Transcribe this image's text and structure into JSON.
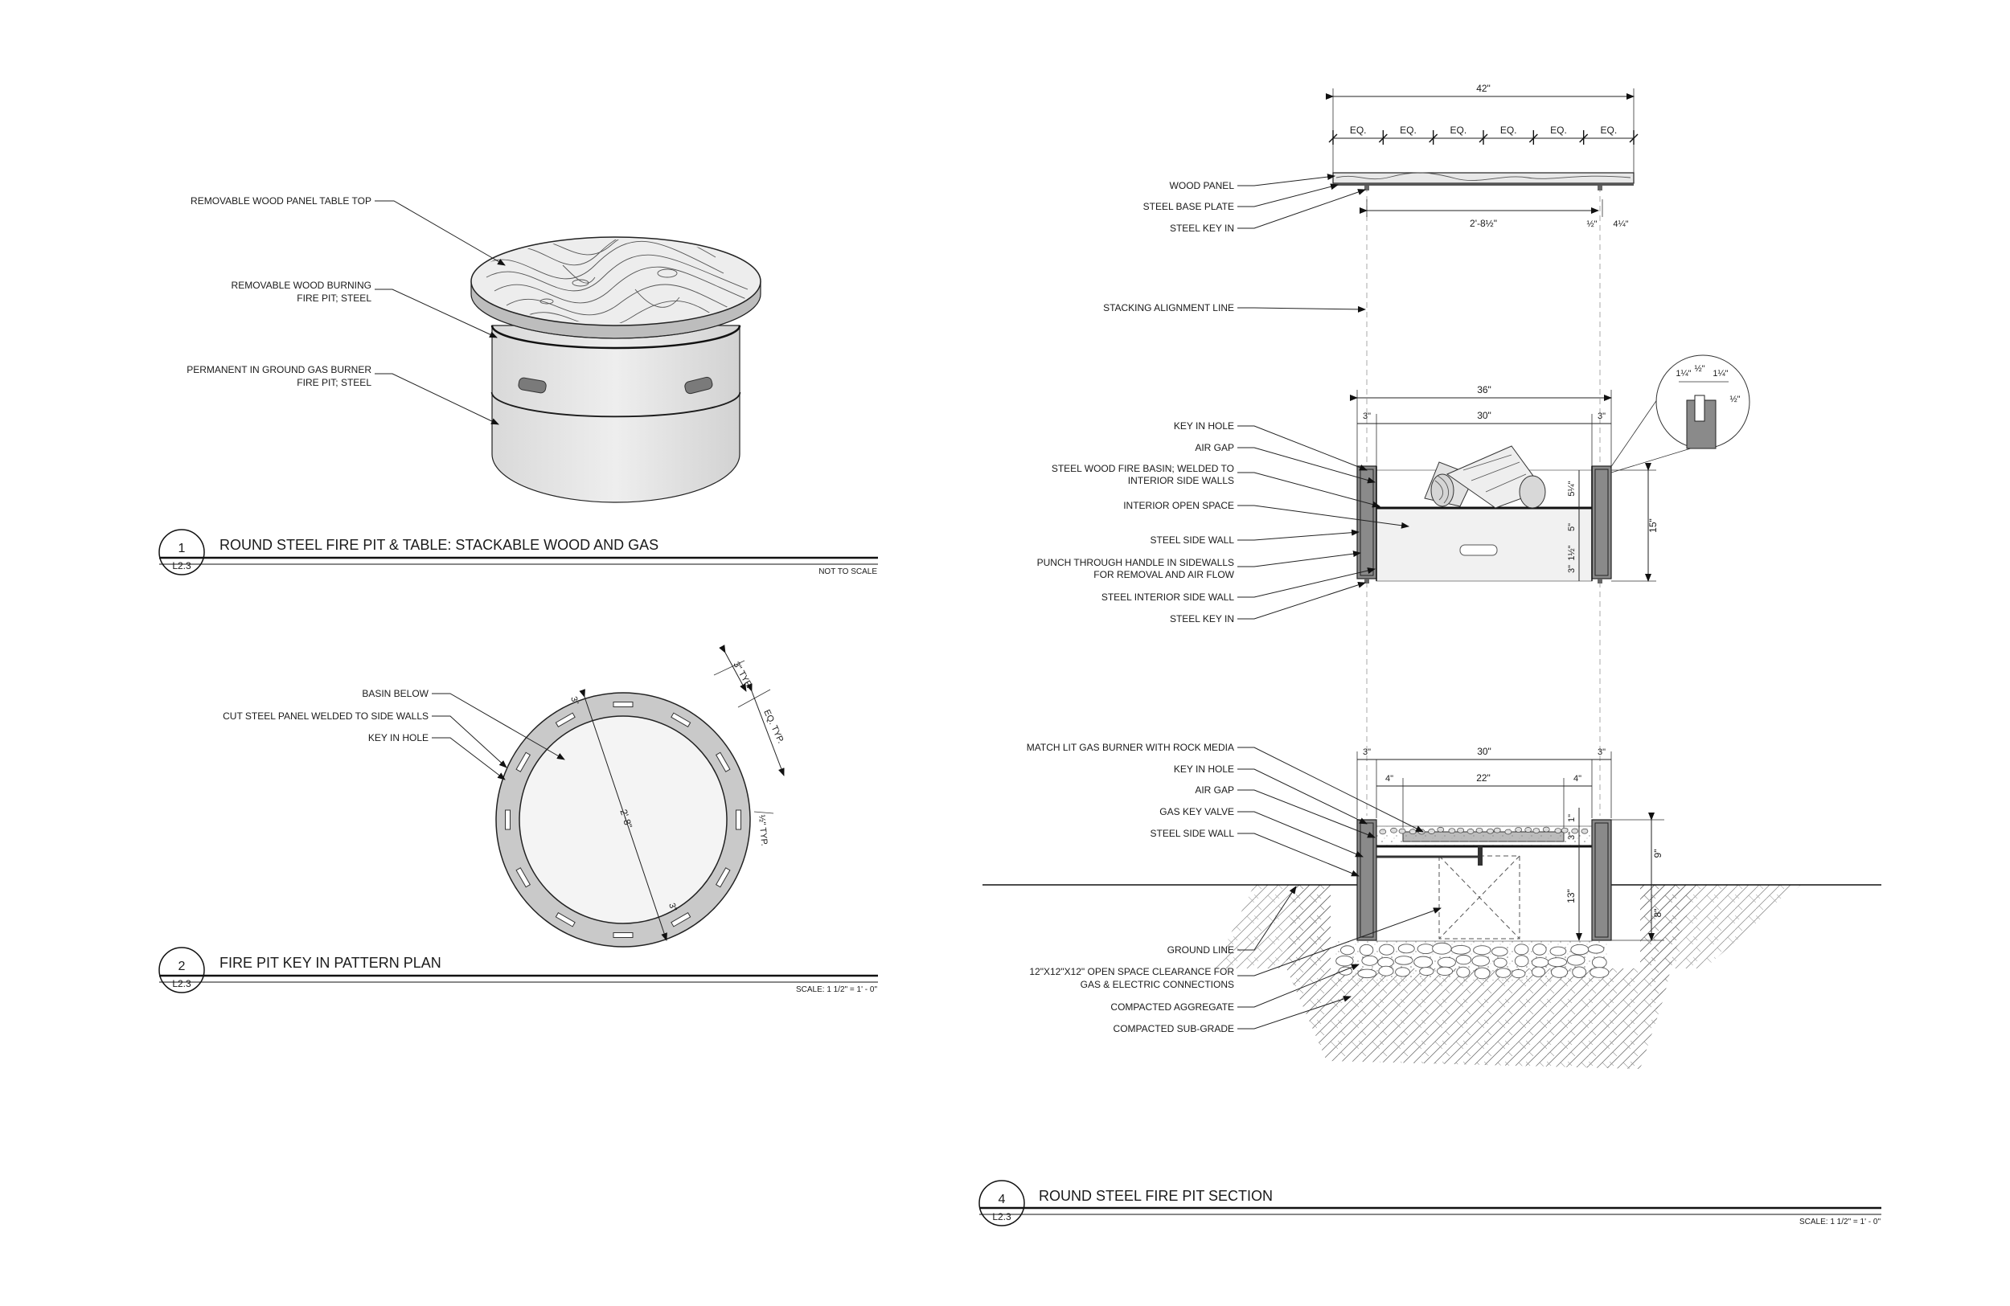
{
  "detail1": {
    "number": "1",
    "sheet_ref": "L2.3",
    "title": "ROUND STEEL FIRE PIT & TABLE: STACKABLE WOOD AND GAS",
    "scale": "NOT TO SCALE",
    "callouts": {
      "table_top": "REMOVABLE WOOD PANEL TABLE TOP",
      "wood_pit_1": "REMOVABLE WOOD BURNING",
      "wood_pit_2": "FIRE PIT; STEEL",
      "gas_pit_1": "PERMANENT IN GROUND GAS BURNER",
      "gas_pit_2": "FIRE PIT; STEEL"
    }
  },
  "detail2": {
    "number": "2",
    "sheet_ref": "L2.3",
    "title": "FIRE PIT KEY IN PATTERN PLAN",
    "scale": "SCALE: 1 1/2\" = 1' - 0\"",
    "callouts": {
      "basin": "BASIN BELOW",
      "panel": "CUT STEEL PANEL WELDED TO SIDE WALLS",
      "key": "KEY IN HOLE"
    },
    "dims": {
      "diameter": "2'-8\"",
      "key_len": "3\" TYP.",
      "spacing": "EQ. TYP.",
      "key_w": "½\" TYP.",
      "three_a": "3\"",
      "three_b": "3\""
    }
  },
  "detail4": {
    "number": "4",
    "sheet_ref": "L2.3",
    "title": "ROUND STEEL FIRE PIT SECTION",
    "scale": "SCALE: 1 1/2\" = 1' - 0\"",
    "top": {
      "overall": "42\"",
      "eq": [
        "EQ.",
        "EQ.",
        "EQ.",
        "EQ.",
        "EQ.",
        "EQ."
      ],
      "inner": "2'-8½\"",
      "key": "½\"",
      "edge": "4¼\"",
      "labels": [
        "WOOD PANEL",
        "STEEL BASE PLATE",
        "STEEL KEY IN"
      ]
    },
    "stacking": "STACKING ALIGNMENT LINE",
    "middle": {
      "overall": "36\"",
      "side_l": "3\"",
      "inner": "30\"",
      "side_r": "3\"",
      "basin_h": "5¼\"",
      "space_h": "5\"",
      "handle_h": "1½\"",
      "base_h": "3\"",
      "total_h": "15\"",
      "labels": [
        "KEY IN HOLE",
        "AIR GAP",
        "STEEL WOOD FIRE BASIN; WELDED TO",
        "INTERIOR SIDE WALLS",
        "INTERIOR OPEN SPACE",
        "STEEL SIDE WALL",
        "PUNCH THROUGH HANDLE IN SIDEWALLS",
        "FOR REMOVAL AND AIR FLOW",
        "STEEL INTERIOR SIDE WALL",
        "STEEL KEY IN"
      ],
      "enlarged": {
        "a": "1¼\"",
        "b": "½\"",
        "c": "1¼\"",
        "d": "½\""
      }
    },
    "bottom": {
      "side_l": "3\"",
      "inner": "30\"",
      "side_r": "3\"",
      "off_l": "4\"",
      "burner": "22\"",
      "off_r": "4\"",
      "key_h": "1\"",
      "rock_h": "3\"",
      "above": "9\"",
      "body": "13\"",
      "below": "8\"",
      "labels": [
        "MATCH LIT GAS BURNER WITH ROCK MEDIA",
        "KEY IN HOLE",
        "AIR GAP",
        "GAS KEY VALVE",
        "STEEL SIDE WALL",
        "GROUND LINE",
        "12\"X12\"X12\" OPEN SPACE CLEARANCE FOR",
        "GAS & ELECTRIC CONNECTIONS",
        "COMPACTED AGGREGATE",
        "COMPACTED SUB-GRADE"
      ]
    }
  }
}
